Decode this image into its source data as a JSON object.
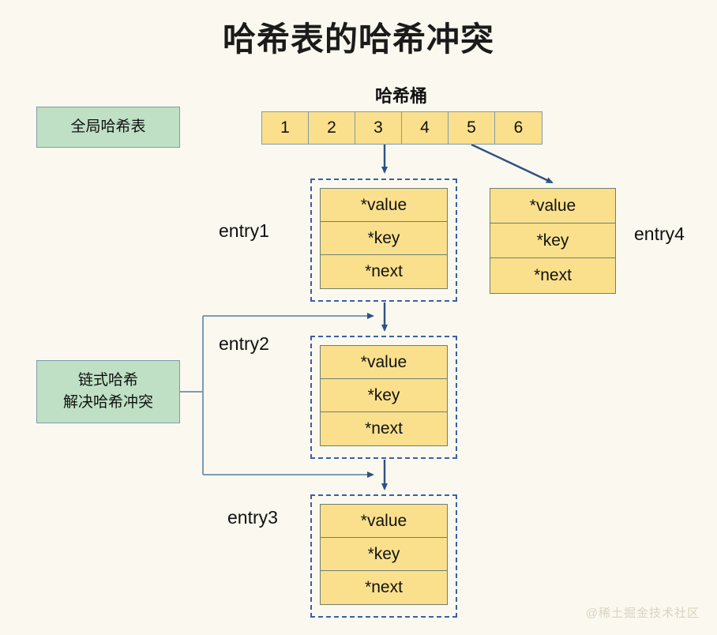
{
  "page": {
    "title": "哈希表的哈希冲突",
    "background_color": "#FBF9EF",
    "watermark": "@稀土掘金技术社区"
  },
  "colors": {
    "entry_fill": "#FAE08C",
    "entry_border": "#6E7F73",
    "group_border": "#3B5FA8",
    "green_fill": "#BFE0C4",
    "green_border": "#7F9AAD",
    "arrow": "#2E5184",
    "connector": "#7A9CB8"
  },
  "labels": {
    "global_hash_table": "全局哈希表",
    "chain_hash_line1": "链式哈希",
    "chain_hash_line2": "解决哈希冲突",
    "bucket_title": "哈希桶"
  },
  "bucket": {
    "cells": [
      "1",
      "2",
      "3",
      "4",
      "5",
      "6"
    ]
  },
  "entries": [
    {
      "name": "entry1",
      "fields": [
        "*value",
        "*key",
        "*next"
      ]
    },
    {
      "name": "entry2",
      "fields": [
        "*value",
        "*key",
        "*next"
      ]
    },
    {
      "name": "entry3",
      "fields": [
        "*value",
        "*key",
        "*next"
      ]
    },
    {
      "name": "entry4",
      "fields": [
        "*value",
        "*key",
        "*next"
      ]
    }
  ]
}
